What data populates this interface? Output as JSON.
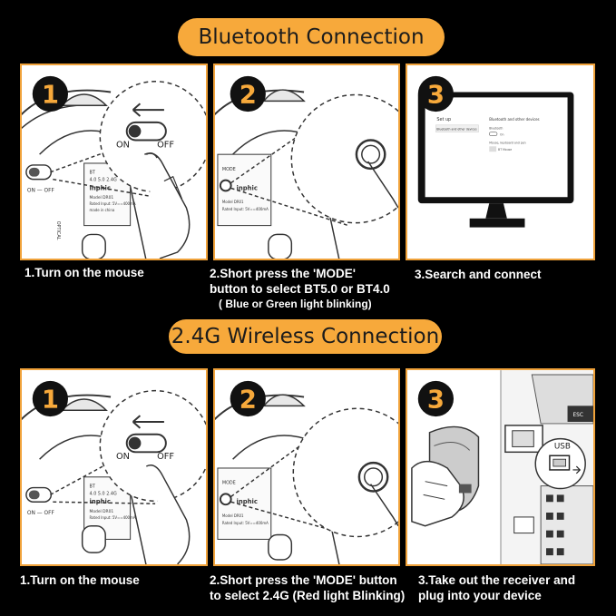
{
  "sections": {
    "bluetooth": {
      "title": "Bluetooth Connection"
    },
    "wireless": {
      "title": "2.4G Wireless Connection"
    }
  },
  "steps": {
    "s1": {
      "num": "1",
      "caption": "1.Turn on the mouse"
    },
    "s2": {
      "num": "2",
      "line1": "2.Short press the 'MODE'",
      "line2": "button to select BT5.0 or BT4.0",
      "line3": "( Blue or Green light blinking)"
    },
    "s3": {
      "num": "3",
      "caption": "3.Search and connect"
    },
    "w1": {
      "num": "1",
      "caption": "1.Turn on the mouse"
    },
    "w2": {
      "num": "2",
      "line1": "2.Short press the 'MODE'  button",
      "line2": "to select 2.4G (Red light Blinking)"
    },
    "w3": {
      "num": "3",
      "line1": "3.Take out the receiver and",
      "line2": "plug into your device"
    }
  },
  "mouse_labels": {
    "on_off": "ON — OFF",
    "switch_on": "ON",
    "switch_off": "OFF",
    "brand": "inphic",
    "model": "Model DR01",
    "rated": "Rated Input: 5V==400mA",
    "made": "made in china",
    "bt": "BT",
    "bt_values": "4.0  5.0  2.4G",
    "optical": "OPTICAL",
    "mode": "MODE"
  },
  "screen_labels": {
    "setup": "Set up",
    "bt_devices": "Bluetooth and other devices",
    "bt_item": "Bluetooth and other devices",
    "bluetooth": "Bluetooth",
    "on": "On",
    "mouse_kb": "Mouse, keyboard and pen",
    "bt_mouse": "BT Mouse"
  },
  "usb_label": "USB",
  "esc_label": "ESC",
  "colors": {
    "accent": "#F7A93B",
    "panel_border": "#F0A23A",
    "background": "#000000"
  }
}
